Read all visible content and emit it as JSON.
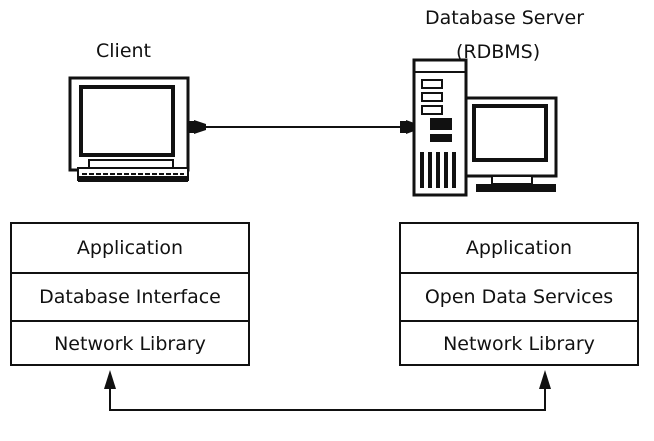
{
  "client": {
    "title": "Client",
    "stack": [
      "Application",
      "Database Interface",
      "Network Library"
    ]
  },
  "server": {
    "title_line1": "Database Server",
    "title_line2": "(RDBMS)",
    "stack": [
      "Application",
      "Open Data Services",
      "Network Library"
    ]
  },
  "icons": {
    "client": "desktop-computer-icon",
    "server": "tower-server-icon"
  }
}
